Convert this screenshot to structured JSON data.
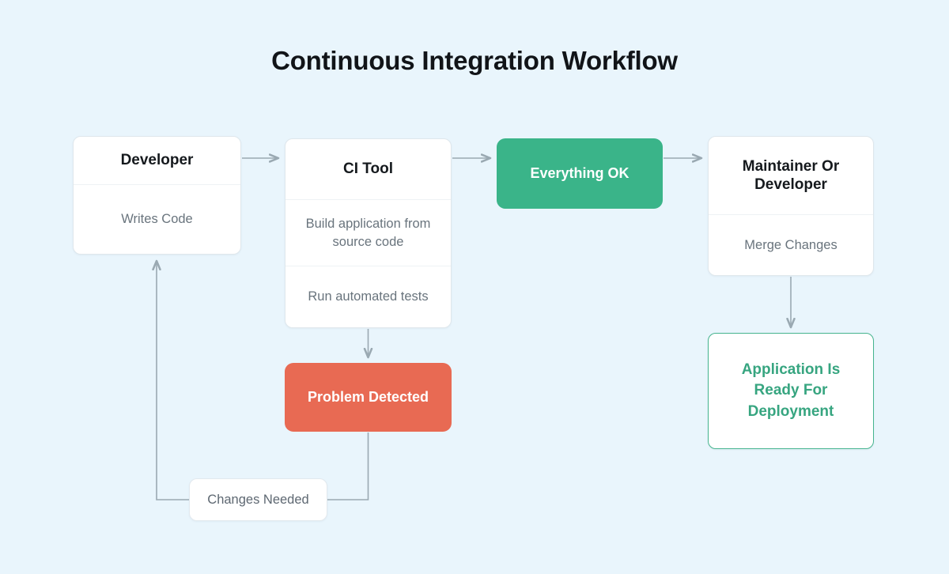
{
  "page": {
    "title": "Continuous Integration Workflow",
    "background_color": "#e9f5fc"
  },
  "colors": {
    "accent_green": "#3ab489",
    "accent_red": "#e86a53",
    "outline_green": "#46b48f",
    "green_text": "#37a580",
    "connector": "#9aa9b2",
    "card_background": "#ffffff",
    "card_border": "#dfe7ec",
    "heading_text": "#15191d",
    "body_text": "#69747d"
  },
  "diagram": {
    "type": "flowchart",
    "nodes": [
      {
        "id": "developer",
        "style": "card",
        "header": "Developer",
        "sections": [
          "Writes Code"
        ]
      },
      {
        "id": "ci-tool",
        "style": "card",
        "header": "CI Tool",
        "sections": [
          "Build application from source code",
          "Run automated tests"
        ]
      },
      {
        "id": "everything-ok",
        "style": "pill-green",
        "header": "Everything OK",
        "sections": []
      },
      {
        "id": "maintainer",
        "style": "card",
        "header": "Maintainer Or Developer",
        "sections": [
          "Merge Changes"
        ]
      },
      {
        "id": "problem-detected",
        "style": "pill-red",
        "header": "Problem Detected",
        "sections": []
      },
      {
        "id": "deployment",
        "style": "card-outline-green",
        "header": "Application Is Ready For Deployment",
        "sections": []
      }
    ],
    "edges": [
      {
        "from": "developer",
        "to": "ci-tool",
        "label": "",
        "arrow": "right"
      },
      {
        "from": "ci-tool",
        "to": "everything-ok",
        "label": "",
        "arrow": "right"
      },
      {
        "from": "everything-ok",
        "to": "maintainer",
        "label": "",
        "arrow": "right"
      },
      {
        "from": "ci-tool",
        "to": "problem-detected",
        "label": "",
        "arrow": "down"
      },
      {
        "from": "maintainer",
        "to": "deployment",
        "label": "",
        "arrow": "down"
      },
      {
        "from": "problem-detected",
        "to": "developer",
        "label": "Changes Needed",
        "arrow": "up"
      }
    ],
    "edge_labels": {
      "changes_needed": "Changes Needed"
    }
  }
}
